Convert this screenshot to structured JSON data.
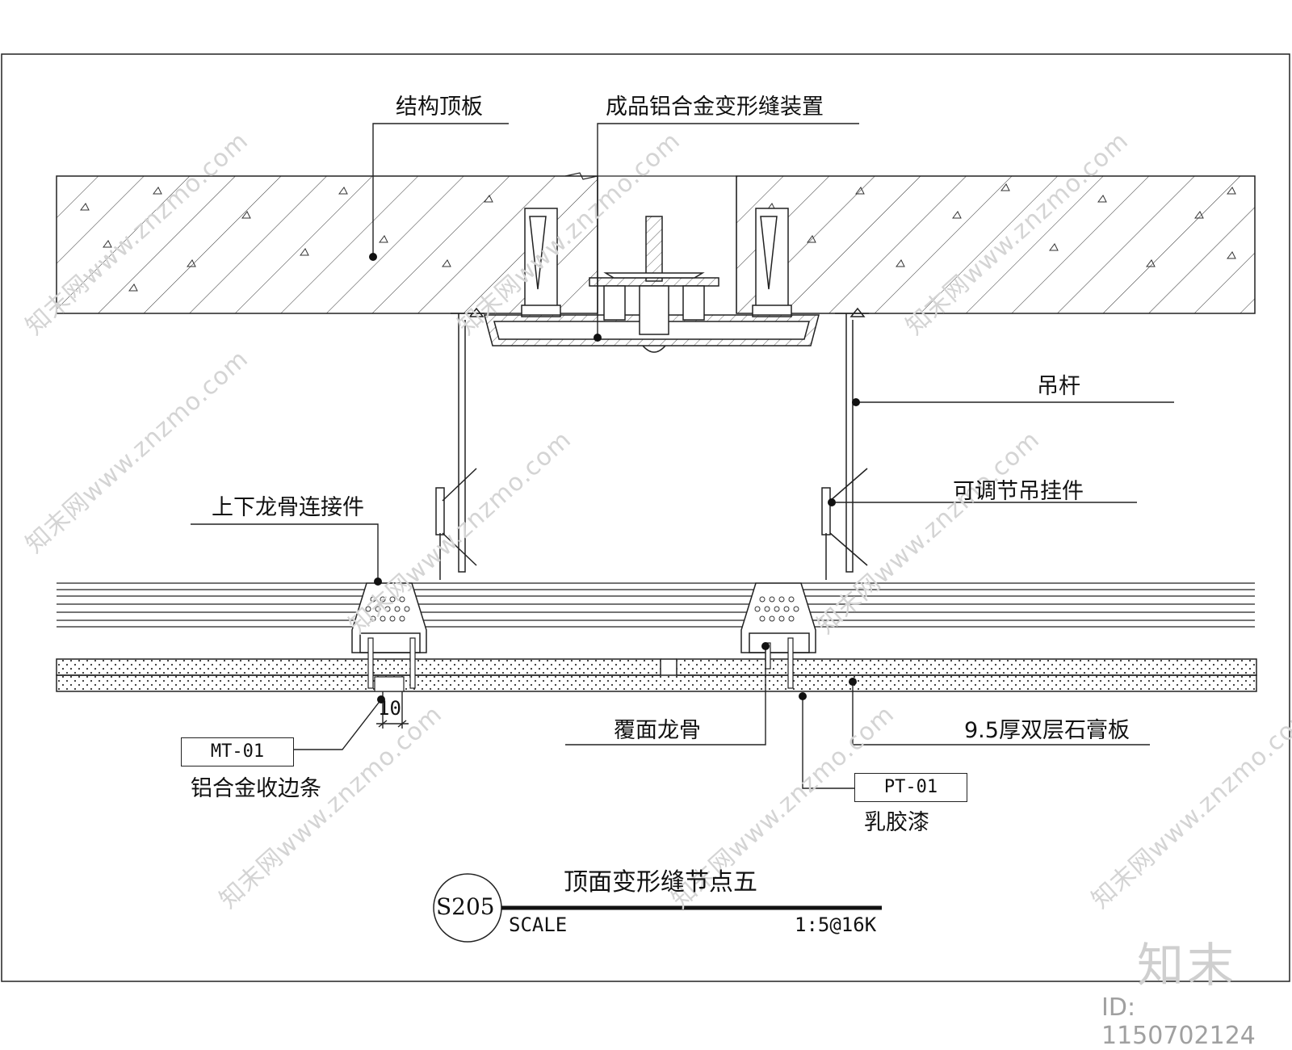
{
  "labels": {
    "structural_slab": "结构顶板",
    "joint_device": "成品铝合金变形缝装置",
    "hanger_rod": "吊杆",
    "adjustable_hanger": "可调节吊挂件",
    "keel_connector": "上下龙骨连接件",
    "cover_keel": "覆面龙骨",
    "gypsum_board": "9.5厚双层石膏板",
    "trim_name": "铝合金收边条",
    "paint_name": "乳胶漆",
    "dimension_gap": "10"
  },
  "tags": {
    "trim_code": "MT-01",
    "paint_code": "PT-01"
  },
  "title_block": {
    "number": "S205",
    "title": "顶面变形缝节点五",
    "scale_label": "SCALE",
    "scale_value": "1:5@16K"
  },
  "watermark": {
    "logo": "知末",
    "id": "ID: 1150702124",
    "repeat_text": "知末网www.znzmo.com"
  }
}
